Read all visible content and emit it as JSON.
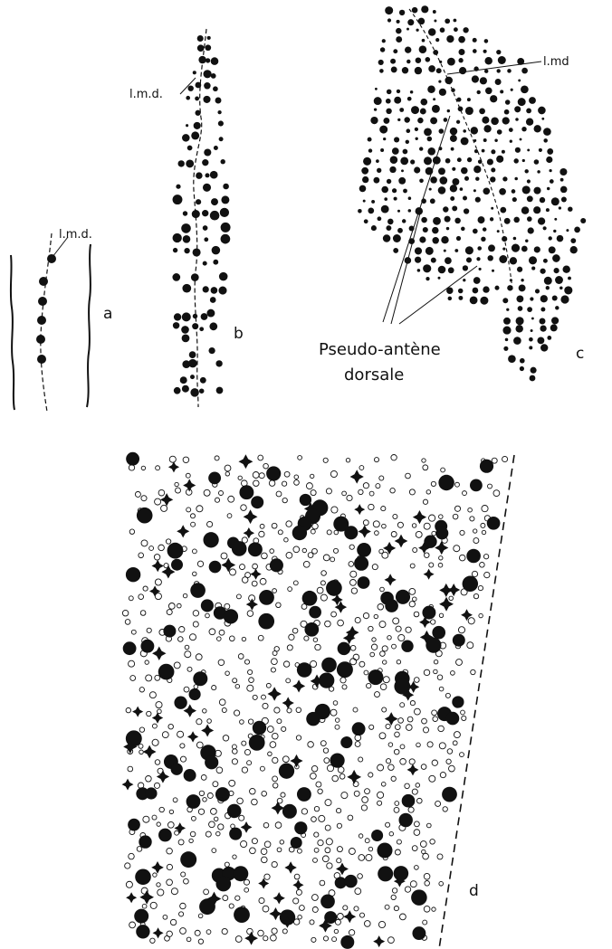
{
  "figure": {
    "panels": [
      {
        "id": "a",
        "letter": "a",
        "lmd_label": "l.m.d."
      },
      {
        "id": "b",
        "letter": "b",
        "lmd_label": "l.m.d."
      },
      {
        "id": "c",
        "letter": "c",
        "lmd_label": "l.md"
      },
      {
        "id": "d",
        "letter": "d"
      }
    ],
    "pseudo_label_line1": "Pseudo-antène",
    "pseudo_label_line2": "dorsale",
    "ink_color": "#111111"
  }
}
